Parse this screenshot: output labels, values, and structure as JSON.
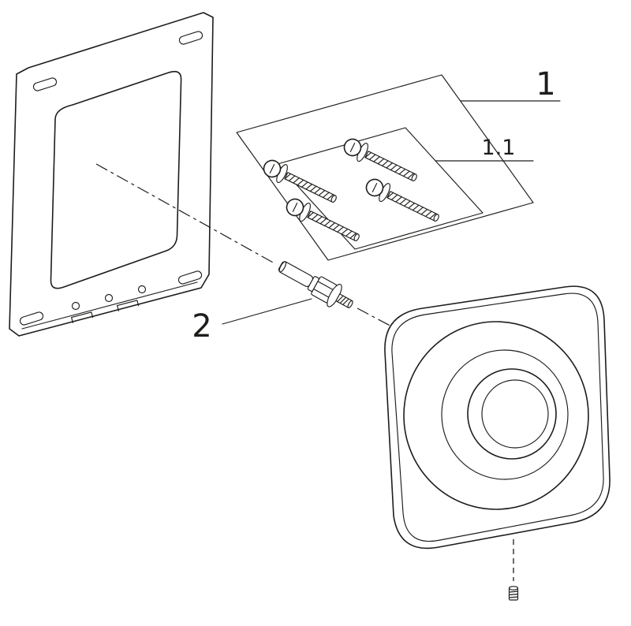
{
  "labels": {
    "kit": "1",
    "screws": "1.1",
    "bolt": "2"
  },
  "colors": {
    "line": "#1d1d1b",
    "background": "#ffffff"
  }
}
